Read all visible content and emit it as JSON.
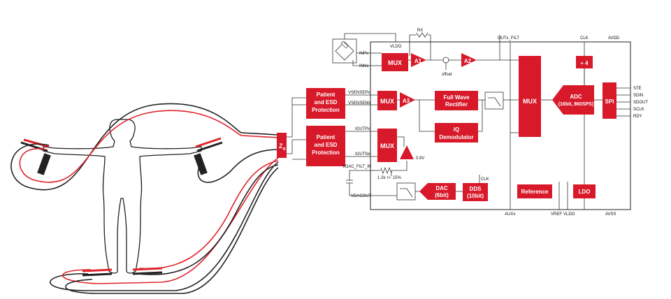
{
  "colors": {
    "block": "#d7192a",
    "block_text": "#ffffff",
    "wire": "#333333",
    "lead_red": "#e0242c",
    "lead_black": "#222222"
  },
  "patient_blocks": [
    {
      "line1": "Patient",
      "line2": "and ESD",
      "line3": "Protection"
    },
    {
      "line1": "Patient",
      "line2": "and ESD",
      "line3": "Protection"
    }
  ],
  "zb": {
    "main": "Z",
    "sub": "B"
  },
  "blocks": {
    "mux_top": "MUX",
    "mux_mid": "MUX",
    "mux_bot": "MUX",
    "mux_main": "MUX",
    "a1": "A1",
    "a2": "A2",
    "a3": "A3",
    "fwr_1": "Full Wave",
    "fwr_2": "Rectifier",
    "iq_1": "IQ",
    "iq_2": "Demodulator",
    "adc_1": "ADC",
    "adc_2": "(16bit, 860SPS)",
    "spi": "SPI",
    "div": "÷ 4",
    "dac_1": "DAC",
    "dac_2": "(6bit)",
    "dds_1": "DDS",
    "dds_2": "(10bit)",
    "reference": "Reference",
    "ldo": "LDO"
  },
  "pins": {
    "inpx": "INPx",
    "innx": "INNx",
    "vldo_top": "VLDO",
    "rx": "RX",
    "outx_filt": "OUTx_FILT",
    "clk_top": "CLK",
    "avdd": "AVDD",
    "offset": "offset",
    "vsensepx": "VSENSEPx",
    "vsensemx": "VSENSEMx",
    "ioutpx": "IOUTPx",
    "ioutnx": "IOUTNx",
    "v09": "0.9V",
    "vdac_filt_in": "VDAC_FILT_IN",
    "res": "1.2k +/- 15%",
    "vdacout": "VDACOUT",
    "clk_dds": "CLK",
    "auxx": "AUXx",
    "vref": "VREF",
    "vldo_bot": "VLDO",
    "avss": "AVSS",
    "ste": "STE",
    "sdin": "SDIN",
    "sdout": "SDOUT",
    "sclk": "SCLK",
    "rdy": "RDY"
  }
}
